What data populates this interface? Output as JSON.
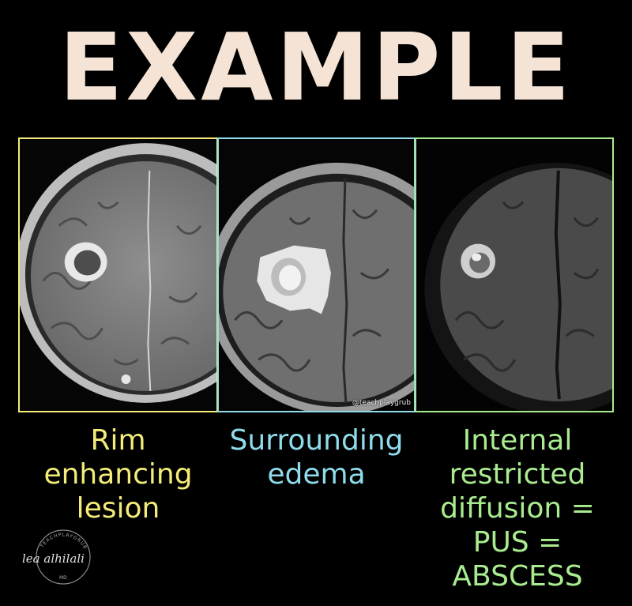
{
  "title": "EXAMPLE",
  "colors": {
    "title": "#f5e4d6",
    "panel1": "#f4ec78",
    "panel2": "#8fdcec",
    "panel3": "#a9ec90",
    "background": "#000000"
  },
  "panels": [
    {
      "name": "post-contrast-mri",
      "border_color": "#f4ec78"
    },
    {
      "name": "flair-mri",
      "border_color": "#8fdcec",
      "watermark": "@teachplaygrub"
    },
    {
      "name": "dwi-mri",
      "border_color": "#a9ec90"
    }
  ],
  "captions": [
    {
      "lines": [
        "Rim",
        "enhancing",
        "lesion"
      ],
      "color": "#f4ec78"
    },
    {
      "lines": [
        "Surrounding",
        "edema"
      ],
      "color": "#8fdcec"
    },
    {
      "lines": [
        "Internal",
        "restricted",
        "diffusion =",
        "PUS =",
        "ABSCESS"
      ],
      "color": "#a9ec90"
    }
  ],
  "signature": {
    "name": "lea alhilali",
    "ring_text": "TEACHPLAYGRUB",
    "suffix": "MD"
  }
}
